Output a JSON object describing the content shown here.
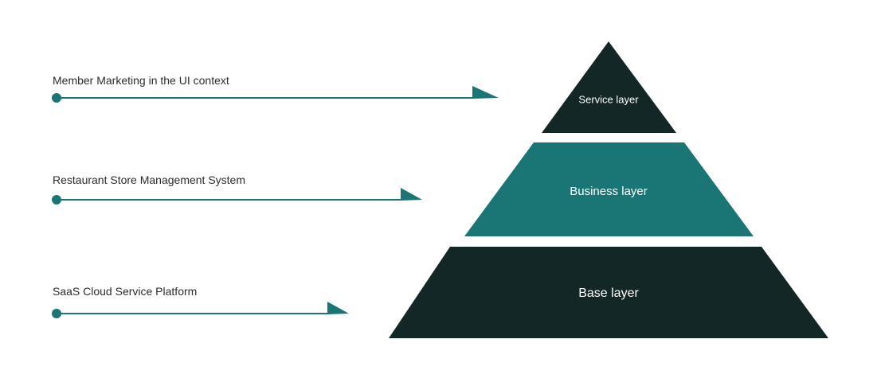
{
  "colors": {
    "dark": "#132726",
    "teal": "#197675",
    "text": "#2b2b2b",
    "layer_text": "#ffffff"
  },
  "callouts": [
    {
      "label": "Member Marketing in the UI context"
    },
    {
      "label": "Restaurant Store Management System"
    },
    {
      "label": "SaaS Cloud Service Platform"
    }
  ],
  "pyramid": {
    "layers": [
      {
        "label": "Service layer"
      },
      {
        "label": "Business layer"
      },
      {
        "label": "Base layer"
      }
    ]
  }
}
